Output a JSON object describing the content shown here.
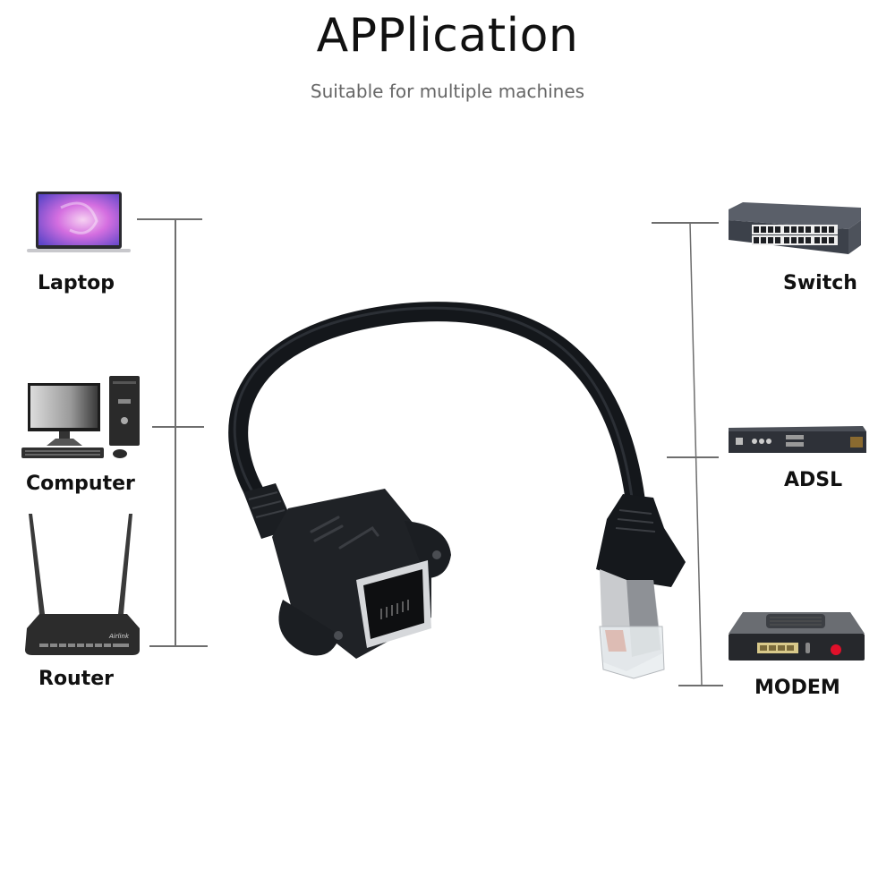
{
  "header": {
    "title": "APPlication",
    "subtitle": "Suitable for multiple machines"
  },
  "left_devices": [
    {
      "label": "Laptop",
      "icon": "laptop-icon"
    },
    {
      "label": "Computer",
      "icon": "desktop-computer-icon"
    },
    {
      "label": "Router",
      "icon": "wifi-router-icon"
    }
  ],
  "right_devices": [
    {
      "label": "Switch",
      "icon": "network-switch-icon"
    },
    {
      "label": "ADSL",
      "icon": "adsl-device-icon"
    },
    {
      "label": "MODEM",
      "icon": "modem-icon"
    }
  ],
  "product": {
    "name": "RJ45 panel-mount extension cable",
    "icon": "ethernet-cable-icon"
  },
  "colors": {
    "bracket_line": "#6e6e6e",
    "cable": "#111418",
    "modem_button": "#e0102a",
    "laptop_screen": "#c060e0"
  }
}
